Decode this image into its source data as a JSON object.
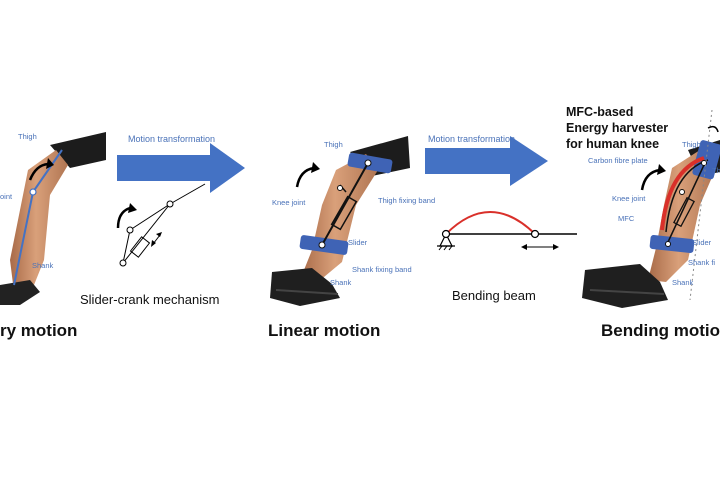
{
  "panel1": {
    "caption": "ry motion",
    "labels": {
      "thigh": "Thigh",
      "joint": "oint",
      "shank": "Shank"
    }
  },
  "transform1": {
    "label": "Motion transformation"
  },
  "mechanism": {
    "caption": "Slider-crank mechanism"
  },
  "panel2": {
    "caption": "Linear motion",
    "labels": {
      "thigh": "Thigh",
      "knee_joint": "Knee joint",
      "thigh_band": "Thigh fixing band",
      "slider": "Slider",
      "shank_band": "Shank fixing band",
      "shank": "Shank"
    }
  },
  "transform2": {
    "label": "Motion transformation"
  },
  "beam": {
    "caption": "Bending beam"
  },
  "panel3": {
    "title_lines": [
      "MFC-based",
      "Energy harvester",
      "for human knee"
    ],
    "caption": "Bending motio",
    "labels": {
      "thigh": "Thigh",
      "thigh_cut": "Th",
      "carbon": "Carbon fibre plate",
      "knee_joint": "Knee joint",
      "mfc": "MFC",
      "slider": "Slider",
      "shank_band": "Shank fi",
      "shank": "Shank"
    }
  },
  "colors": {
    "arrow_blue": "#4472c4",
    "band_blue": "#3f63b5",
    "label_blue": "#4a72b8",
    "beam_red": "#d9302a",
    "shorts": "#1a1a1a",
    "skin": "#c98c66"
  }
}
